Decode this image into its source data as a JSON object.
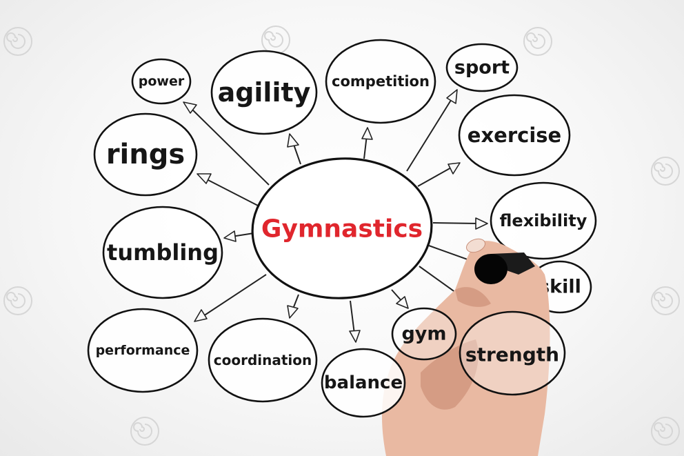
{
  "center": {
    "label": "Gymnastics",
    "color": "#e0262d"
  },
  "nodes": [
    {
      "id": "power",
      "label": "power"
    },
    {
      "id": "agility",
      "label": "agility"
    },
    {
      "id": "competition",
      "label": "competition"
    },
    {
      "id": "sport",
      "label": "sport"
    },
    {
      "id": "exercise",
      "label": "exercise"
    },
    {
      "id": "rings",
      "label": "rings"
    },
    {
      "id": "flexibility",
      "label": "flexibility"
    },
    {
      "id": "tumbling",
      "label": "tumbling"
    },
    {
      "id": "skill",
      "label": "skill"
    },
    {
      "id": "performance",
      "label": "performance"
    },
    {
      "id": "coordination",
      "label": "coordination"
    },
    {
      "id": "gym",
      "label": "gym"
    },
    {
      "id": "strength",
      "label": "strength"
    },
    {
      "id": "balance",
      "label": "balance"
    }
  ],
  "icons": {
    "watermark": "dreamstime-spiral-icon",
    "hand": "hand-holding-marker-icon"
  }
}
